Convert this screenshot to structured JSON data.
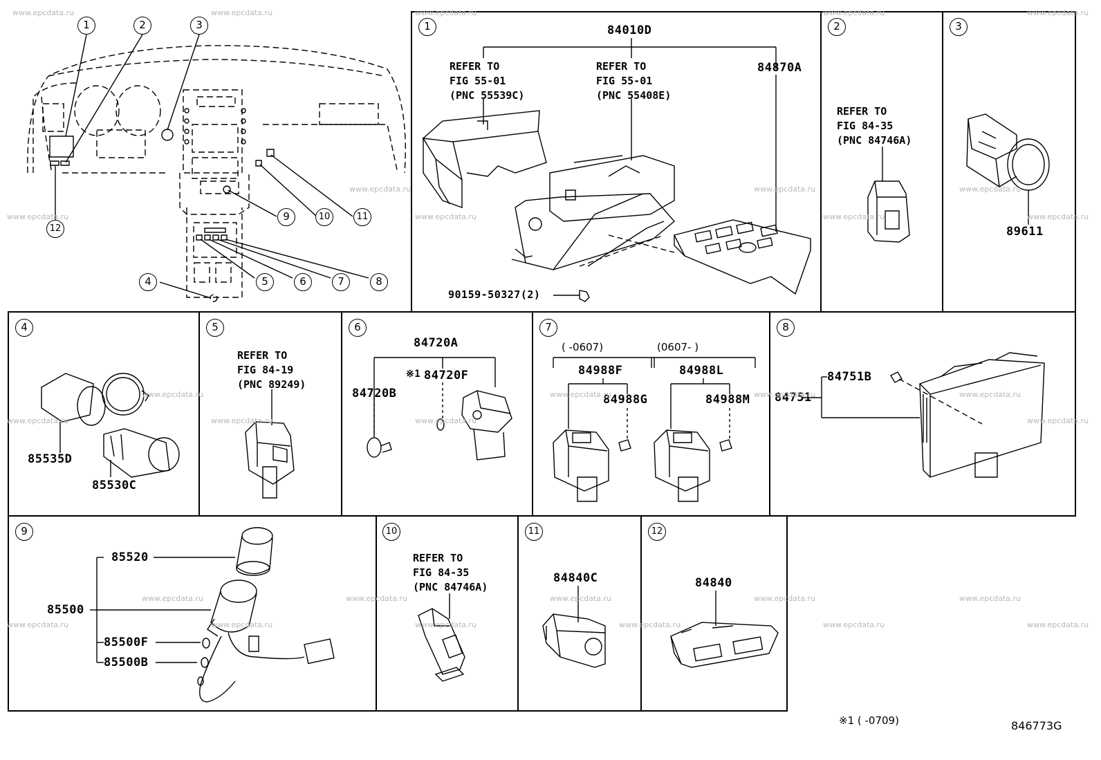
{
  "overview": {
    "callouts": [
      "1",
      "2",
      "3",
      "4",
      "5",
      "6",
      "7",
      "8",
      "9",
      "10",
      "11",
      "12"
    ]
  },
  "panels": {
    "p1": {
      "num": "1",
      "assembly": "84010D",
      "right_part": "84870A",
      "ref_a": [
        "REFER TO",
        "FIG 55-01",
        "(PNC 55539C)"
      ],
      "ref_b": [
        "REFER TO",
        "FIG 55-01",
        "(PNC 55408E)"
      ],
      "screw": "90159-50327(2)"
    },
    "p2": {
      "num": "2",
      "ref": [
        "REFER TO",
        "FIG 84-35",
        "(PNC 84746A)"
      ]
    },
    "p3": {
      "num": "3",
      "part": "89611"
    },
    "p4": {
      "num": "4",
      "parts": [
        "85535D",
        "85530C"
      ]
    },
    "p5": {
      "num": "5",
      "ref": [
        "REFER TO",
        "FIG 84-19",
        "(PNC 89249)"
      ]
    },
    "p6": {
      "num": "6",
      "assembly": "84720A",
      "left": "84720B",
      "mark": "※1",
      "mid": "84720F"
    },
    "p7": {
      "num": "7",
      "range_a": "(    -0607)",
      "range_b": "(0607-    )",
      "part_a": "84988F",
      "part_b": "84988L",
      "sub_a": "84988G",
      "sub_b": "84988M"
    },
    "p8": {
      "num": "8",
      "part_a": "84751B",
      "part_b": "84751"
    },
    "p9": {
      "num": "9",
      "parts": [
        "85520",
        "85500",
        "85500F",
        "85500B"
      ]
    },
    "p10": {
      "num": "10",
      "ref": [
        "REFER TO",
        "FIG 84-35",
        "(PNC 84746A)"
      ]
    },
    "p11": {
      "num": "11",
      "part": "84840C"
    },
    "p12": {
      "num": "12",
      "part": "84840"
    }
  },
  "footnote": "※1 (      -0709)",
  "figure_code": "846773G",
  "watermark": "www.epcdata.ru"
}
